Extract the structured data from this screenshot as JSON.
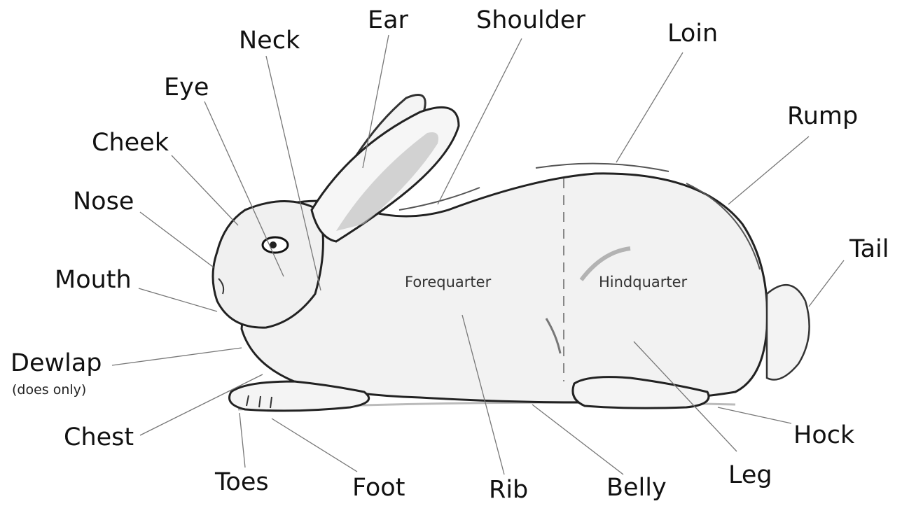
{
  "labels": {
    "ear": "Ear",
    "shoulder": "Shoulder",
    "neck": "Neck",
    "loin": "Loin",
    "eye": "Eye",
    "rump": "Rump",
    "cheek": "Cheek",
    "nose": "Nose",
    "tail": "Tail",
    "mouth": "Mouth",
    "dewlap": "Dewlap",
    "dewlap_note": "(does only)",
    "chest": "Chest",
    "hock": "Hock",
    "leg": "Leg",
    "toes": "Toes",
    "foot": "Foot",
    "rib": "Rib",
    "belly": "Belly"
  },
  "regions": {
    "forequarter": "Forequarter",
    "hindquarter": "Hindquarter"
  }
}
